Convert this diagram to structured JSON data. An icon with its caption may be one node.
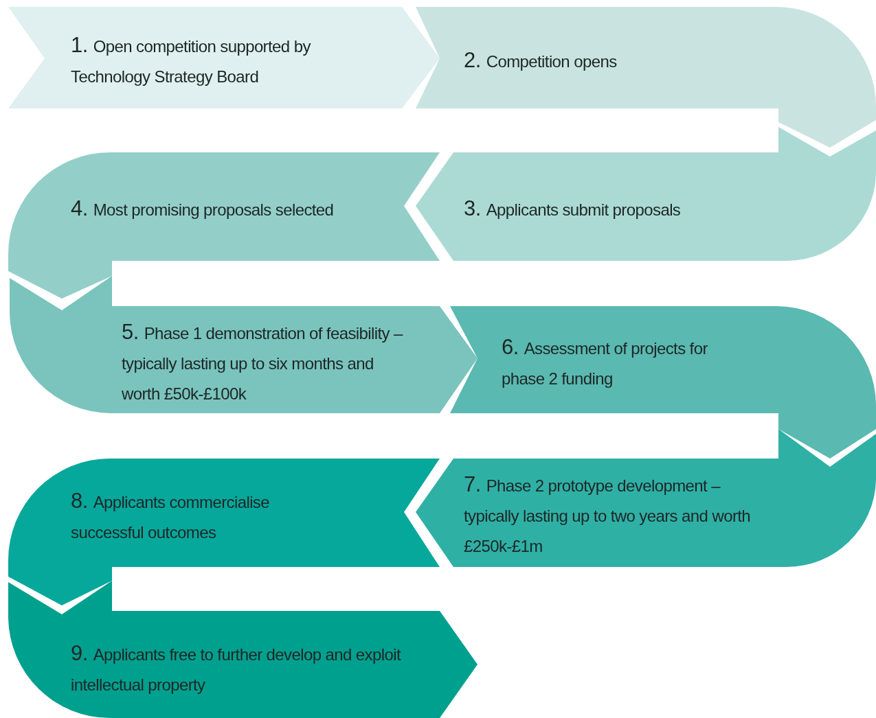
{
  "diagram": {
    "nodes": [
      {
        "text": [
          "1.",
          "Open competition supported by Technology Strategy Board"
        ]
      },
      {
        "text": [
          "2.",
          "Competition opens"
        ]
      },
      {
        "text": [
          "3.",
          "Applicants submit proposals"
        ]
      },
      {
        "text": [
          "4.",
          "Most promising proposals selected"
        ]
      },
      {
        "text": [
          "5.",
          "Phase 1 demonstration of feasibility – typically lasting up to six months and worth £50k-£100k"
        ]
      },
      {
        "text": [
          "6.",
          "Assessment of projects for phase 2 funding"
        ]
      },
      {
        "text": [
          "7.",
          "Phase 2 prototype development – typically lasting up to two years and worth £250k-£1m"
        ]
      },
      {
        "text": [
          "8.",
          "Applicants commercialise successful outcomes"
        ]
      },
      {
        "text": [
          "9.",
          "Applicants free to further develop and exploit intellectual property"
        ]
      }
    ]
  }
}
